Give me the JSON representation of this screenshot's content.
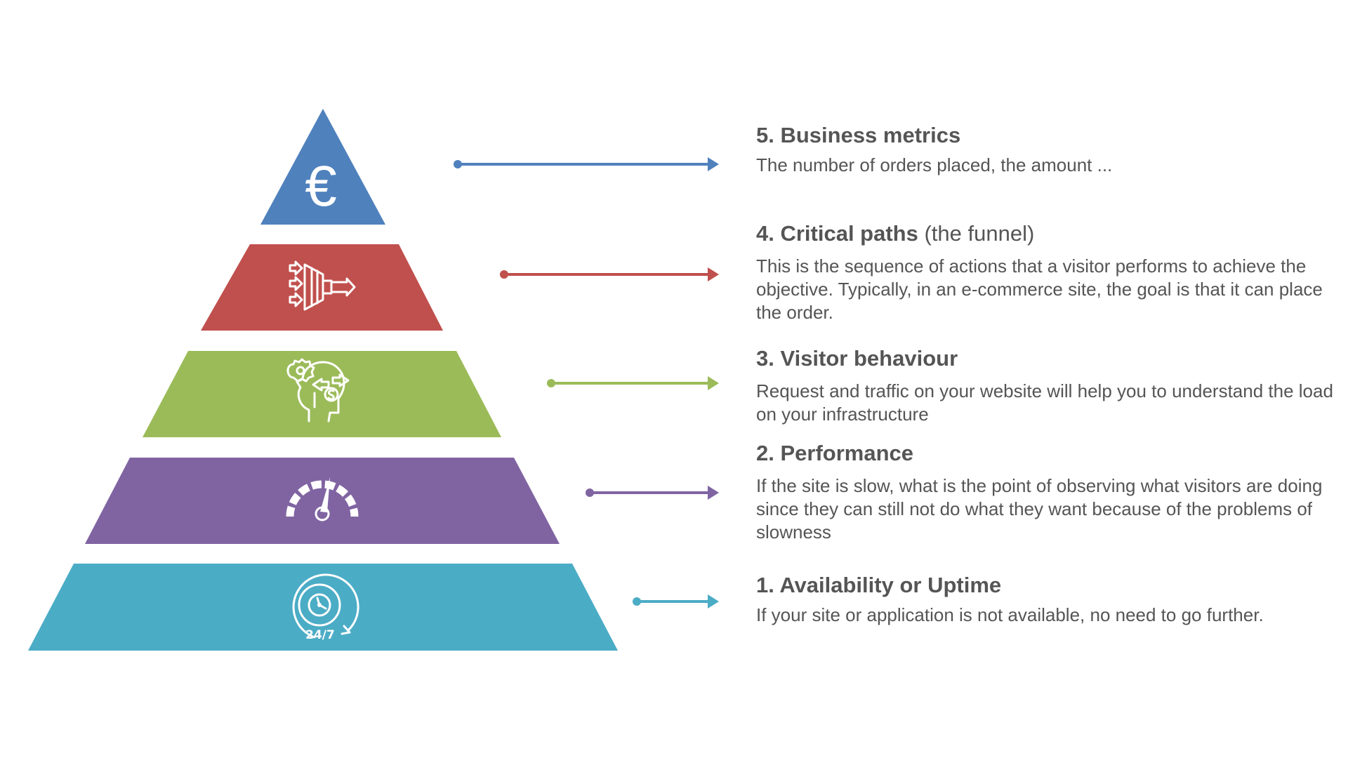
{
  "tiers": [
    {
      "level": 5,
      "title": "5. Business metrics",
      "title_suffix": "",
      "description": "The number of orders placed, the amount ...",
      "color": "#4F81BD",
      "icon": "euro-icon"
    },
    {
      "level": 4,
      "title": "4. Critical paths",
      "title_suffix": " (the funnel)",
      "description": "This is the sequence of actions that a visitor performs to achieve the objective. Typically, in an e-commerce site, the goal is that it can place the order.",
      "color": "#C0504D",
      "icon": "funnel-icon"
    },
    {
      "level": 3,
      "title": "3. Visitor behaviour",
      "title_suffix": "",
      "description": "Request and traffic on your website will help you to understand the load on your infrastructure",
      "color": "#9BBB59",
      "icon": "head-gear-icon"
    },
    {
      "level": 2,
      "title": "2. Performance",
      "title_suffix": "",
      "description": "If the site is slow, what is the point of observing what visitors are doing since they can still not do what they want because of the problems of slowness",
      "color": "#8064A2",
      "icon": "speedometer-icon"
    },
    {
      "level": 1,
      "title": "1. Availability or Uptime",
      "title_suffix": "",
      "description": "If your site or application is not available, no need to go further.",
      "color": "#4BACC6",
      "icon": "clock-24-7-icon"
    }
  ],
  "icon_text": {
    "euro": "€",
    "clock": "24/7"
  }
}
